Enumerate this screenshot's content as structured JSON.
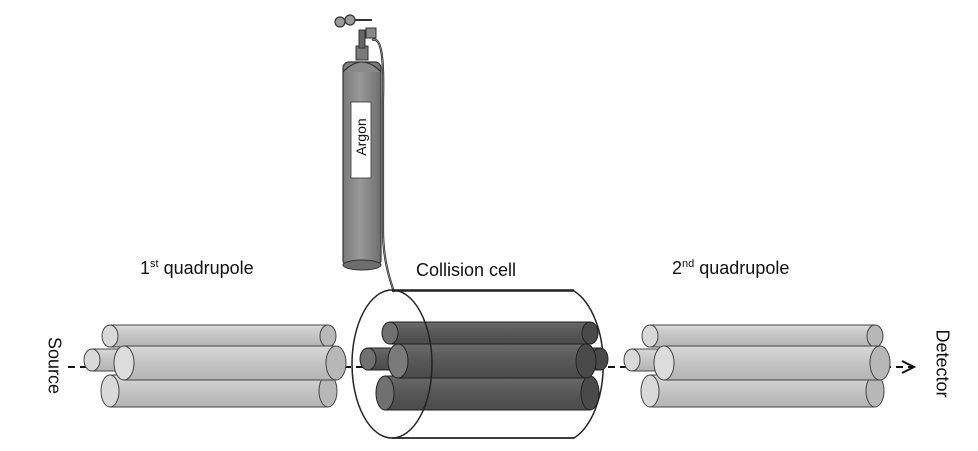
{
  "labels": {
    "q1_prefix": "1",
    "q1_sup": "st",
    "q1_rest": " quadrupole",
    "cell": "Collision cell",
    "q2_prefix": "2",
    "q2_sup": "nd",
    "q2_rest": " quadrupole",
    "source": "Source",
    "detector": "Detector",
    "gas": "Argon"
  },
  "colors": {
    "rod_light": "#c8c8c8",
    "rod_light_end": "#d9d9d9",
    "rod_dark": "#5a5a5a",
    "rod_dark_end": "#6e6e6e",
    "cylinder": "#8a8a8a",
    "outline": "#222222"
  }
}
